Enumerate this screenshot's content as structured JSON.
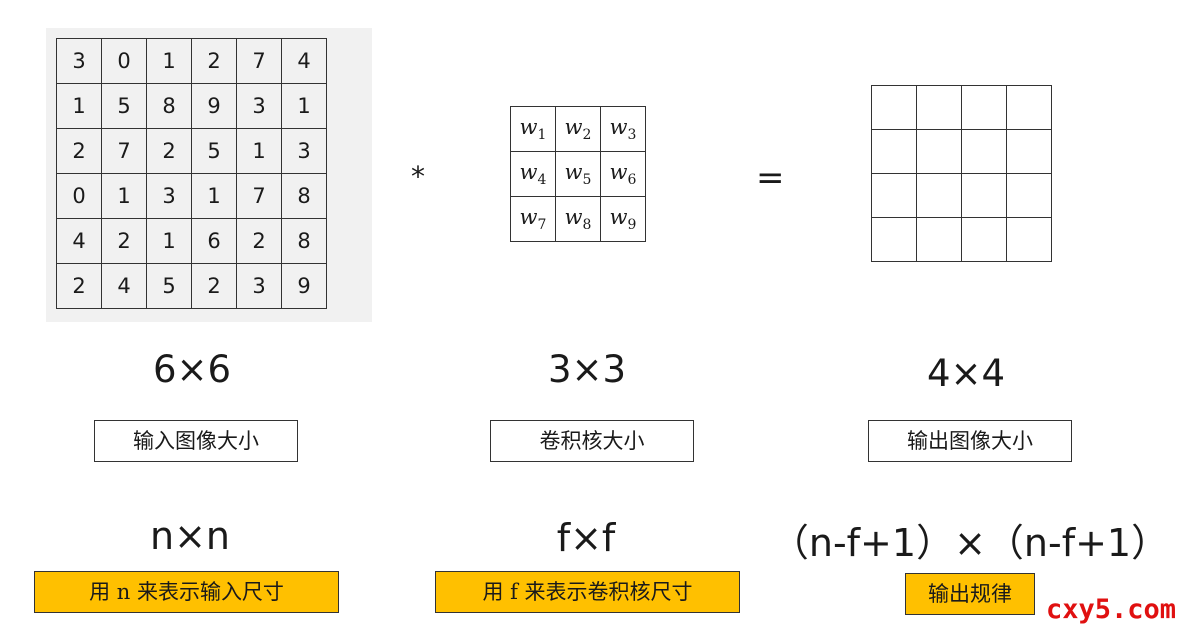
{
  "input_matrix": [
    [
      "3",
      "0",
      "1",
      "2",
      "7",
      "4"
    ],
    [
      "1",
      "5",
      "8",
      "9",
      "3",
      "1"
    ],
    [
      "2",
      "7",
      "2",
      "5",
      "1",
      "3"
    ],
    [
      "0",
      "1",
      "3",
      "1",
      "7",
      "8"
    ],
    [
      "4",
      "2",
      "1",
      "6",
      "2",
      "8"
    ],
    [
      "2",
      "4",
      "5",
      "2",
      "3",
      "9"
    ]
  ],
  "kernel": [
    [
      {
        "w": "w",
        "i": "1"
      },
      {
        "w": "w",
        "i": "2"
      },
      {
        "w": "w",
        "i": "3"
      }
    ],
    [
      {
        "w": "w",
        "i": "4"
      },
      {
        "w": "w",
        "i": "5"
      },
      {
        "w": "w",
        "i": "6"
      }
    ],
    [
      {
        "w": "w",
        "i": "7"
      },
      {
        "w": "w",
        "i": "8"
      },
      {
        "w": "w",
        "i": "9"
      }
    ]
  ],
  "operators": {
    "conv": "*",
    "equals": "="
  },
  "sizes": {
    "input": "6×6",
    "kernel": "3×3",
    "output": "4×4"
  },
  "labels": {
    "input": "输入图像大小",
    "kernel": "卷积核大小",
    "output": "输出图像大小"
  },
  "formulas": {
    "input": "n×n",
    "kernel": "f×f",
    "output": "（n-f+1）×（n-f+1）"
  },
  "notes": {
    "input": "用 n 来表示输入尺寸",
    "kernel": "用 f 来表示卷积核尺寸",
    "output": "输出规律"
  },
  "watermark": "cxy5.com",
  "colors": {
    "highlight": "#ffc000",
    "watermark": "#e01010"
  }
}
